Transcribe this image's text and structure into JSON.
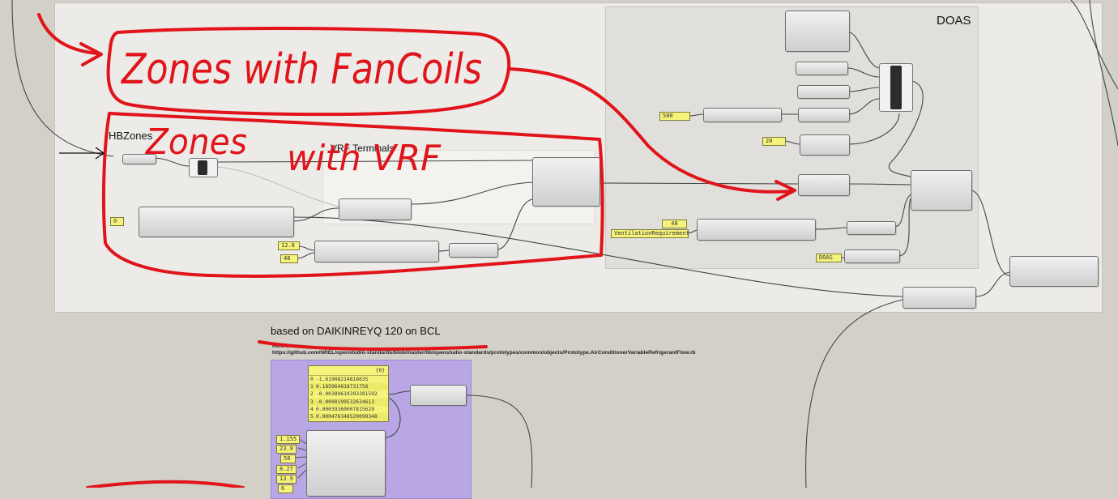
{
  "canvas": {
    "groups": {
      "doas_title": "DOAS",
      "hbzones_title": "HBZones",
      "vrf_title": "VRF Terminals"
    },
    "panels": {
      "p500": "500",
      "p20": "20",
      "p0": "0",
      "p12_8": "12.8",
      "p48_left": "48",
      "p48_right": "48",
      "ventilation": "VentilationRequirement",
      "doas": "DOAS"
    },
    "curve_panel": {
      "header": "{0}",
      "rows": [
        {
          "index": "0",
          "value": "-1.61908214818635"
        },
        {
          "index": "1",
          "value": "0.185964818731756"
        },
        {
          "index": "2",
          "value": "-0.00389619393381592"
        },
        {
          "index": "3",
          "value": "-0.0090199532634613"
        },
        {
          "index": "4",
          "value": "0.00039360007815629"
        },
        {
          "index": "5",
          "value": "0.000476348529099348"
        }
      ]
    },
    "input_panels": [
      "1.155",
      "23.9",
      "50",
      "8.27",
      "13.9",
      "6"
    ],
    "note_title": "based on DAIKINREYQ 120 on BCL",
    "reference_label": "Reference:",
    "reference_url": "https://github.com/NREL/openstudio-standards/blob/master/lib/openstudio-standards/prototypes/common/objects/Prototype.AirConditionerVariableRefrigerantFlow.rb"
  },
  "annotations": {
    "fancoils": "Zones with FanCoils",
    "vrf_zones_1": "Zones",
    "vrf_zones_2": "with VRF"
  },
  "colors": {
    "canvas": "#d3d0c8",
    "group": "#ecebe8",
    "doas_group": "#e0dfdc",
    "purple_group": "#b9a6e4",
    "panel": "#f6f37a",
    "annotation_red": "#e0141a"
  }
}
